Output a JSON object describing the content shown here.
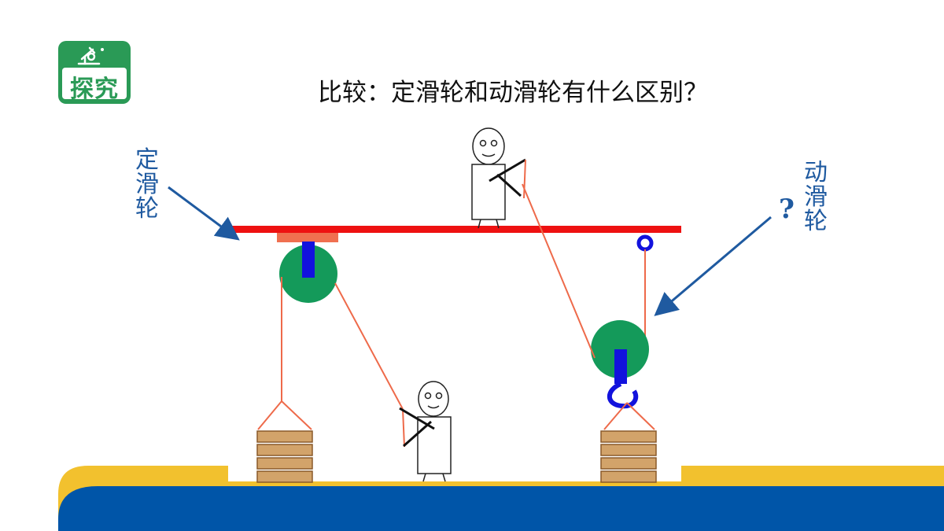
{
  "badge": {
    "label": "探究",
    "icon": "microscope-icon"
  },
  "title": "比较：定滑轮和动滑轮有什么区别？",
  "labels": {
    "fixed_pulley": [
      "定",
      "滑",
      "轮"
    ],
    "movable_pulley": [
      "动",
      "滑",
      "轮"
    ],
    "question": "?"
  },
  "colors": {
    "beam": "#ee1111",
    "pulley": "#149a5a",
    "axle": "#1212dd",
    "rope": "#ee6a4a",
    "arrow": "#1f5aa0",
    "crate": "#d2a36a",
    "ground_blue": "#0055a8",
    "ground_yellow": "#f2c12e",
    "badge_green": "#2a9a56"
  }
}
